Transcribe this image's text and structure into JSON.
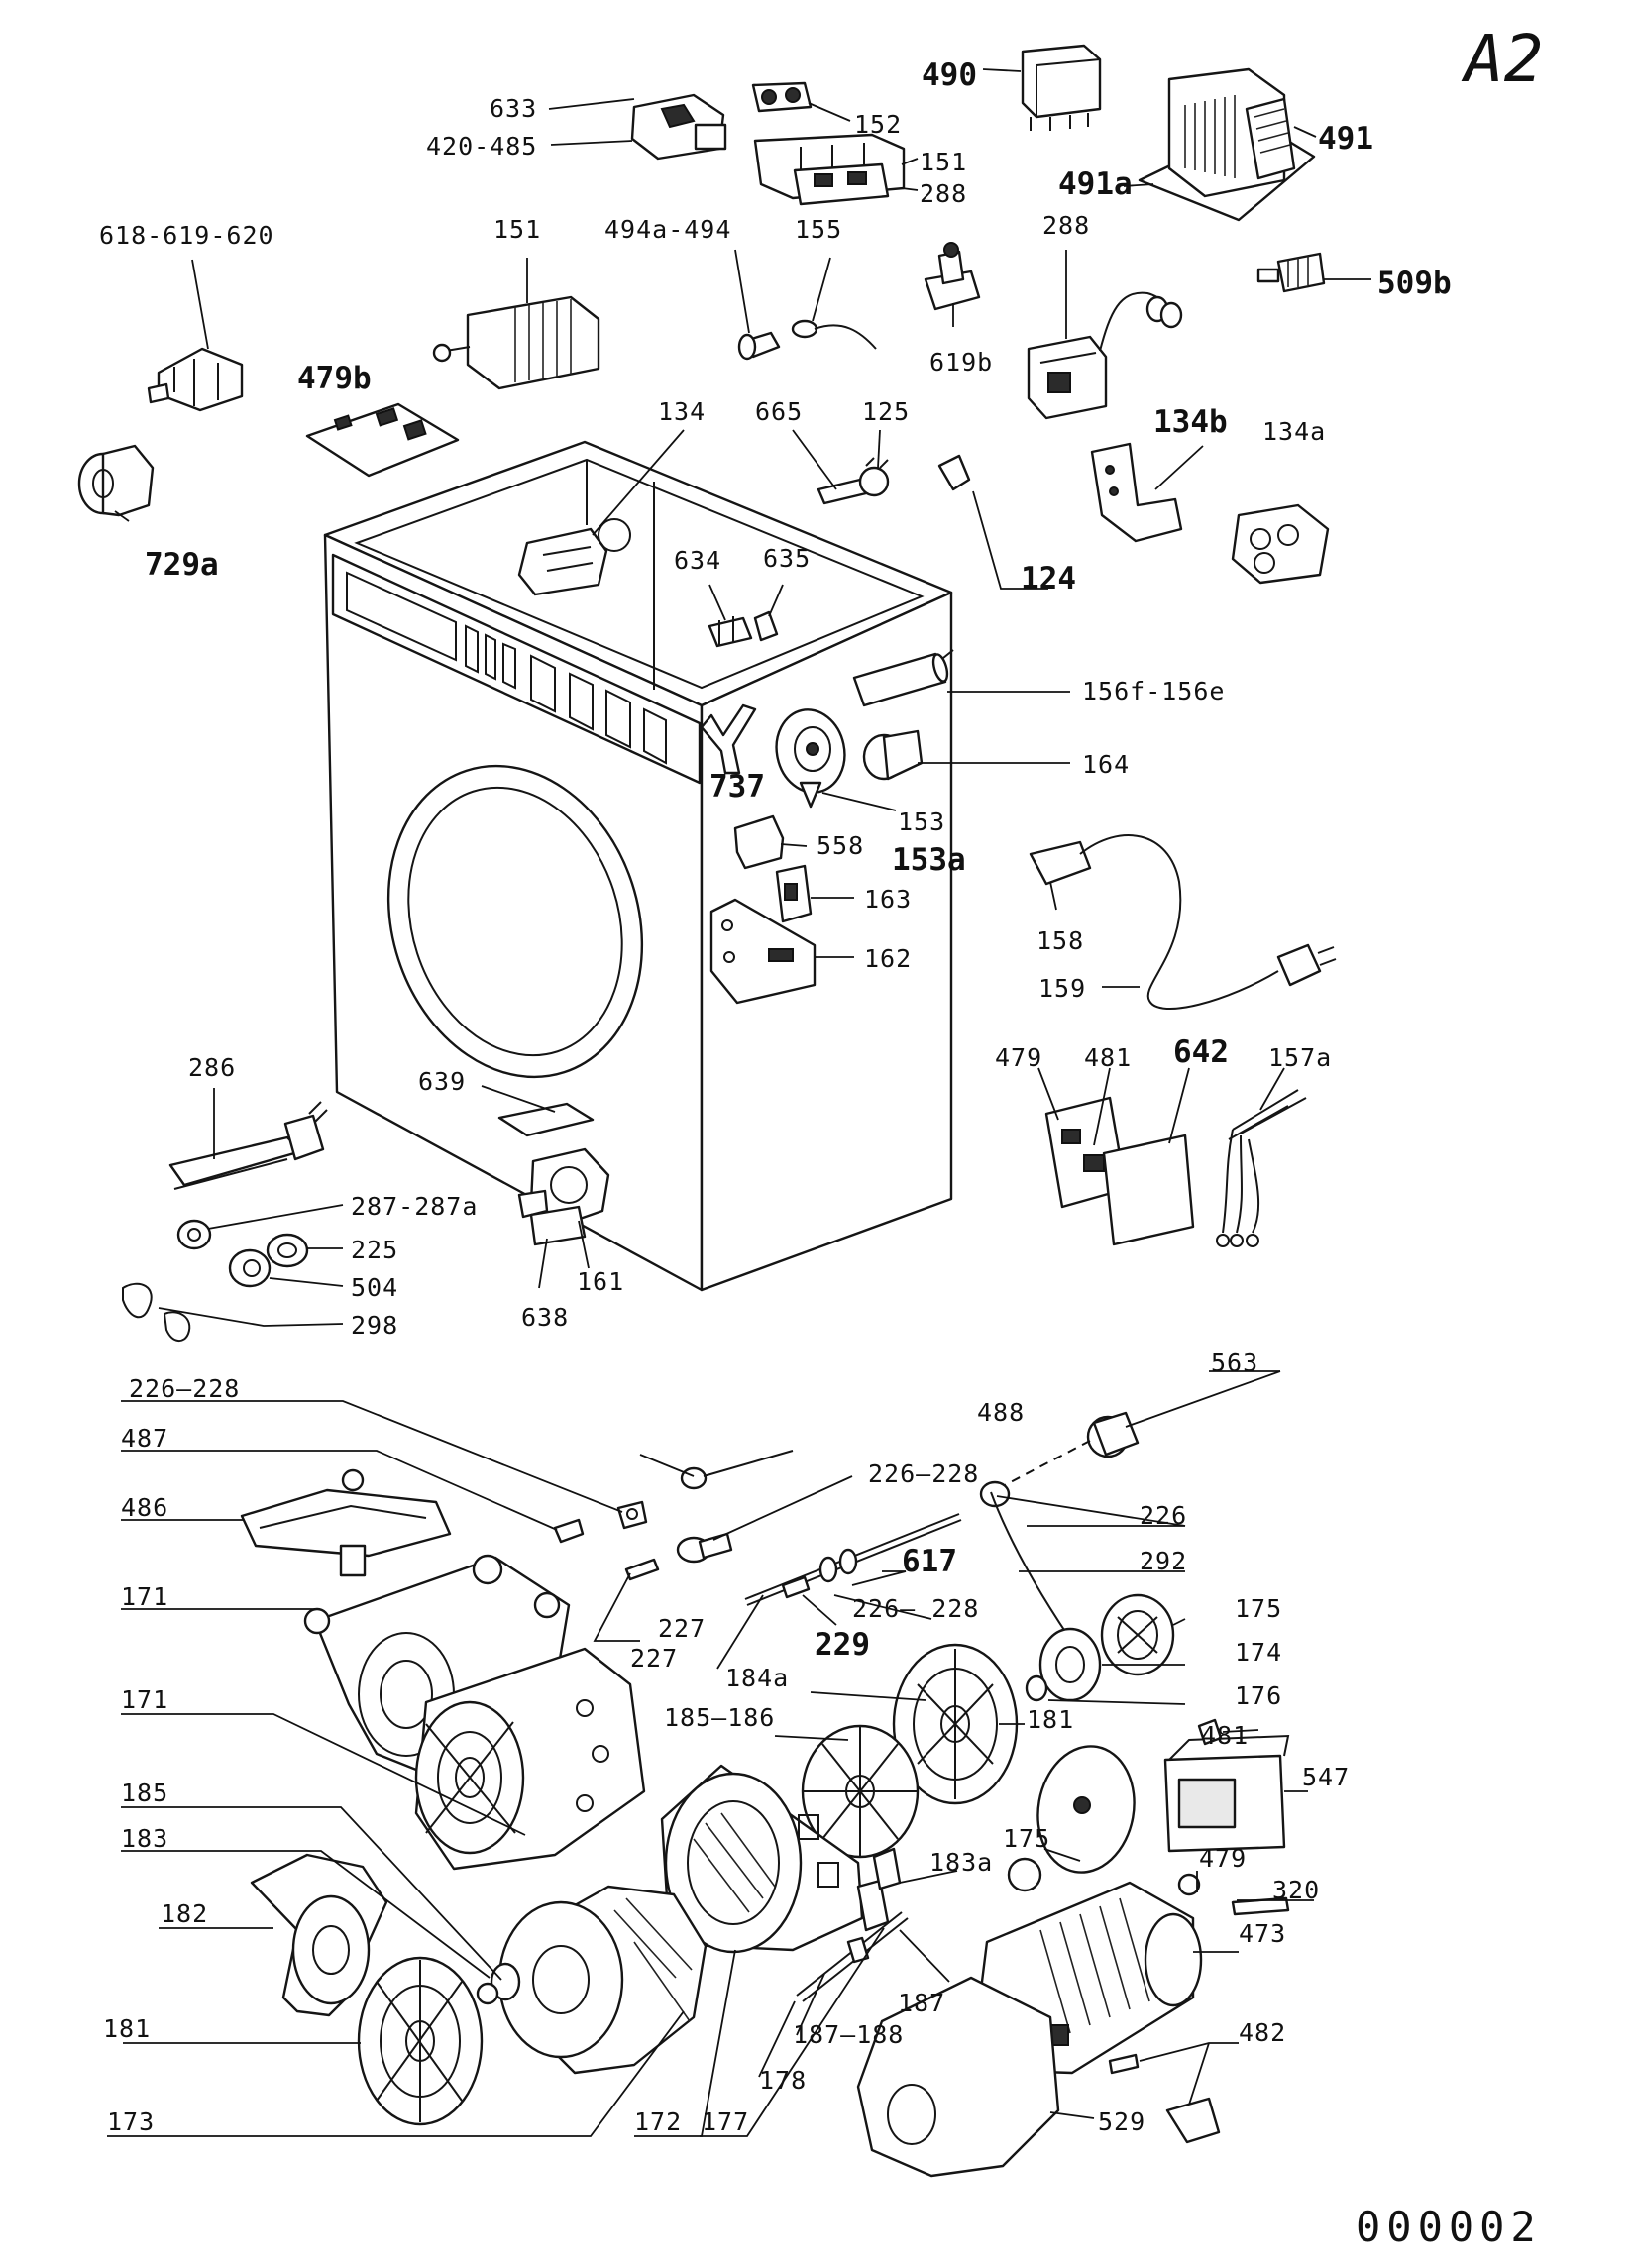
{
  "sheet": {
    "mark": "A2",
    "code": "000002"
  },
  "labels": {
    "l633": "633",
    "l420": "420-485",
    "l152": "152",
    "l490": "490",
    "l491": "491",
    "l491a": "491a",
    "l151a": "151",
    "l288a": "288",
    "l618": "618-619-620",
    "l151b": "151",
    "l494": "494a-494",
    "l155": "155",
    "l288b": "288",
    "l509b": "509b",
    "l619b": "619b",
    "l479b": "479b",
    "l134": "134",
    "l665": "665",
    "l125": "125",
    "l134b": "134b",
    "l134a": "134a",
    "l729a": "729a",
    "l124": "124",
    "l634": "634",
    "l635": "635",
    "l156": "156f-156e",
    "l737": "737",
    "l164": "164",
    "l153": "153",
    "l153a": "153a",
    "l558": "558",
    "l163": "163",
    "l162": "162",
    "l158": "158",
    "l159": "159",
    "l286": "286",
    "l639": "639",
    "l479": "479",
    "l481": "481",
    "l642": "642",
    "l157a": "157a",
    "l287": "287-287a",
    "l225": "225",
    "l504": "504",
    "l298": "298",
    "l161": "161",
    "l638": "638",
    "l563": "563",
    "l226_228a": "226—228",
    "l488": "488",
    "l487": "487",
    "l226_228b": "226—228",
    "l226": "226",
    "l486": "486",
    "l617": "617",
    "l292": "292",
    "l171a": "171",
    "l227a": "227",
    "l226_228c": "226— 228",
    "l175a": "175",
    "l227b": "227",
    "l229": "229",
    "l174": "174",
    "l184a": "184a",
    "l176": "176",
    "l171b": "171",
    "l185_186": "185—186",
    "l181a": "181",
    "l481b": "481",
    "l547": "547",
    "l185": "185",
    "l175b": "175",
    "l479c": "479",
    "l183": "183",
    "l183a": "183a",
    "l320": "320",
    "l182": "182",
    "l473": "473",
    "l187": "187",
    "l482": "482",
    "l187_188": "187—188",
    "l181b": "181",
    "l178": "178",
    "l529": "529",
    "l173": "173",
    "l172": "172",
    "l177": "177"
  }
}
